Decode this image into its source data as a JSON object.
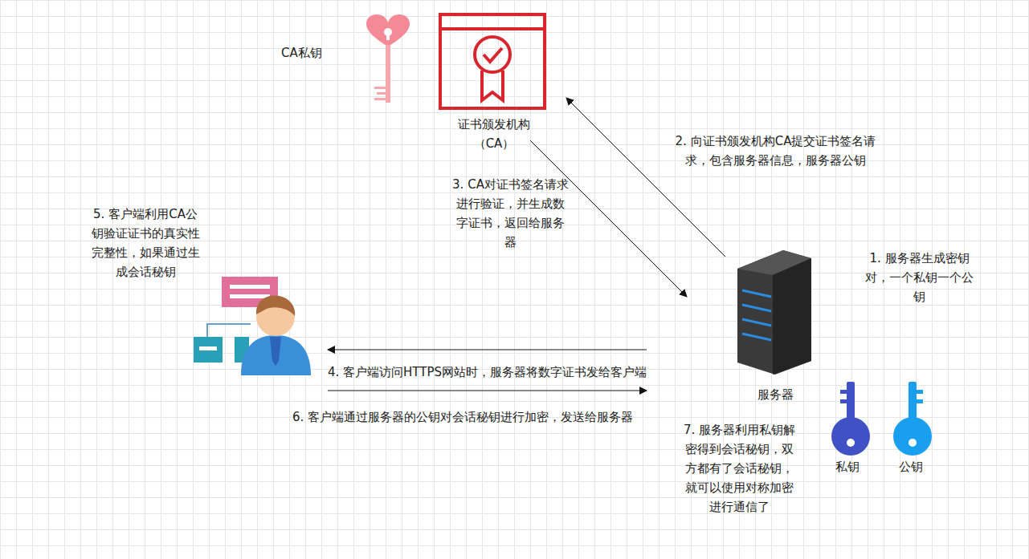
{
  "diagram": {
    "nodes": [
      {
        "text": [
          "证书颁发机构（CA）"
        ]
      },
      {
        "text": [
          "服务器"
        ]
      },
      {
        "text": [
          "5.  客户端利用CA公钥验证证书的真实性完整性，如果通过生成会话秘钥"
        ]
      }
    ],
    "edges": [
      {
        "from": 1,
        "to": 0,
        "label": "2. 向证书颁发机构CA提交证书签名请求，包含服务器信息，服务器公钥",
        "arrow": "to"
      },
      {
        "from": 0,
        "to": 1,
        "label": "3. CA对证书签名请求进行验证，并生成数字证书，返回给服务器",
        "arrow": "to"
      },
      {
        "from": 1,
        "to": 2,
        "label": "4.  客户端访问HTTPS网站时，服务器将数字证书发给客户端",
        "arrow": "to"
      },
      {
        "from": 2,
        "to": 1,
        "label": "6.  客户端通过服务器的公钥对会话秘钥进行加密，发送给服务器",
        "arrow": "to"
      }
    ],
    "labels": [
      "CA私钥",
      "1. 服务器生成密钥对，一个私钥一个公钥",
      "7.  服务器利用私钥解密得到会话秘钥，双方都有了会话秘钥，就可以使用对称加密进行通信了",
      "私钥",
      "公钥"
    ]
  }
}
